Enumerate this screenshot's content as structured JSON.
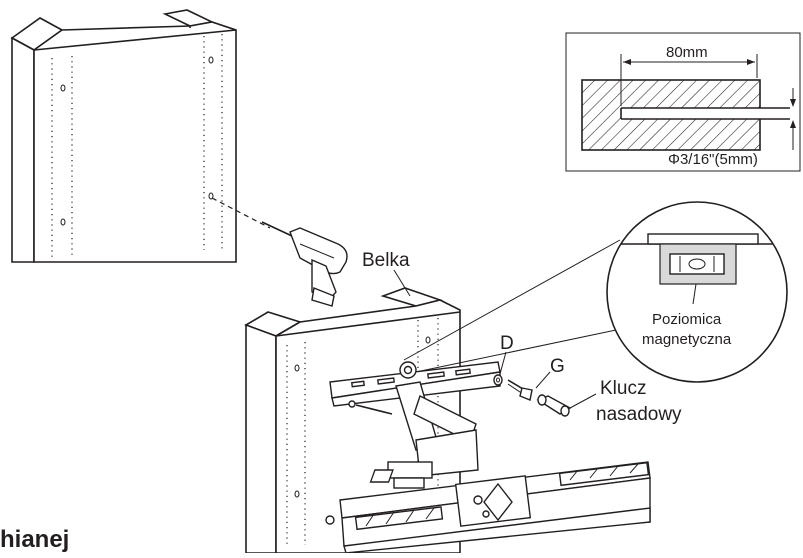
{
  "labels": {
    "beam": "Belka",
    "level_line1": "Poziomica",
    "level_line2": "magnetyczna",
    "part_d": "D",
    "part_g": "G",
    "wrench_line1": "Klucz",
    "wrench_line2": "nasadowy",
    "partial_heading": "hianej"
  },
  "detail": {
    "width": "80mm",
    "diameter": "Φ3/16\"(5mm)"
  },
  "icons": [
    "drill-icon",
    "magnetic-level-icon",
    "socket-wrench-icon",
    "lag-bolt-icon",
    "washer-icon"
  ]
}
